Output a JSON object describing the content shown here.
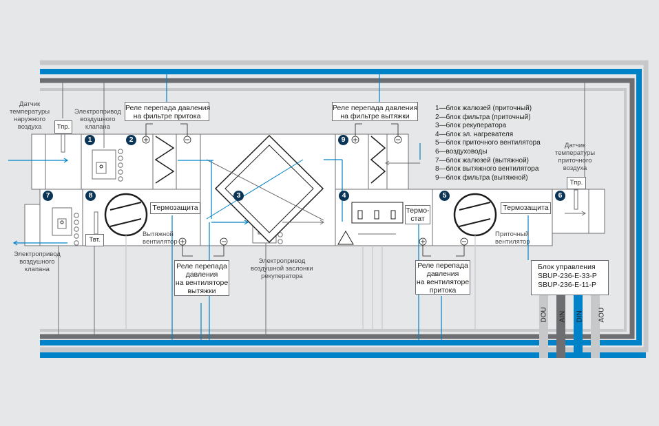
{
  "relays": {
    "supply_filter": "Реле перепада давления\nна фильтре притока",
    "exhaust_filter": "Реле перепада давления\nна фильтре вытяжки",
    "exhaust_fan": "Реле перепада\nдавления\nна вентиляторе\nвытяжки",
    "supply_fan": "Реле перепада\nдавления\nна вентиляторе\nпритока"
  },
  "sensors": {
    "outdoor_label": "Датчик\nтемпературы\nнаружного\nвоздуха",
    "outdoor_tag": "Тпр.",
    "supply_label": "Датчик\nтемпературы\nприточного\nвоздуха",
    "supply_tag": "Тпр.",
    "exhaust_tag": "Твт."
  },
  "actuators": {
    "supply_damper": "Электропривод\nвоздушного\nклапана",
    "exhaust_damper": "Электропривод\nвоздушного\nклапана",
    "recuperator_damper": "Электропривод\nвоздушной заслонки\nрекуператора"
  },
  "fans": {
    "exhaust_label": "Вытяжной\nвентилятор",
    "supply_label": "Приточный\nвентилятор",
    "thermal_protection": "Термозащита"
  },
  "thermostat": "Термо-\nстат",
  "control_unit": {
    "title": "Блок управления",
    "model1": "SBUP-236-E-33-P",
    "model2": "SBUP-236-E-11-P"
  },
  "buses": [
    "DOU",
    "AIN",
    "DIN",
    "AOU"
  ],
  "block_numbers": [
    "1",
    "2",
    "3",
    "4",
    "5",
    "6",
    "7",
    "8",
    "9"
  ],
  "legend": [
    "1—блок жалюзей (приточный)",
    "2—блок фильтра (приточный)",
    "3—блок рекуператора",
    "4—блок эл. нагревателя",
    "5—блок приточного вентилятора",
    "6—воздуховоды",
    "7—блок жалюзей (вытяжной)",
    "8—блок вытяжного вентилятора",
    "9—блок фильтра (вытяжной)"
  ],
  "colors": {
    "blue": "#0082c8",
    "dark_gray": "#6d6e71",
    "light_gray": "#c7c8ca",
    "background": "#e6e7e8"
  }
}
